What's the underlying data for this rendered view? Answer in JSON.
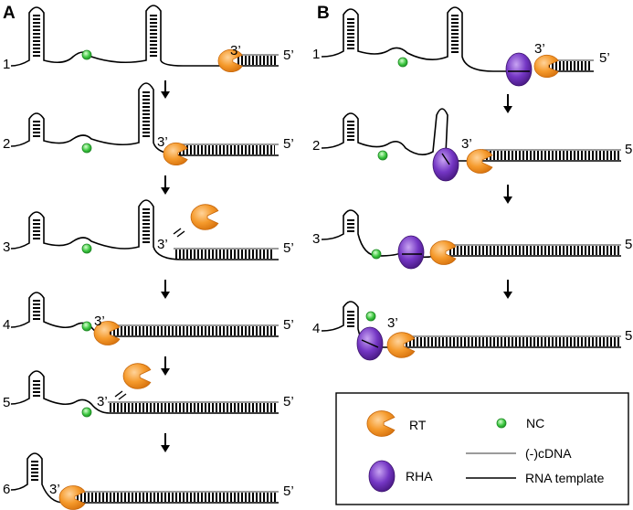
{
  "panels": {
    "a": {
      "label": "A",
      "steps": [
        {
          "number": "1",
          "end3": "3’",
          "end5": "5’"
        },
        {
          "number": "2",
          "end3": "3’",
          "end5": "5’"
        },
        {
          "number": "3",
          "end3": "3’",
          "end5": "5’"
        },
        {
          "number": "4",
          "end3": "3’",
          "end5": "5’"
        },
        {
          "number": "5",
          "end3": "3’",
          "end5": "5’"
        },
        {
          "number": "6",
          "end3": "3’",
          "end5": "5’"
        }
      ]
    },
    "b": {
      "label": "B",
      "steps": [
        {
          "number": "1",
          "end3": "3’",
          "end5": "5’"
        },
        {
          "number": "2",
          "end3": "3’",
          "end5": "5’"
        },
        {
          "number": "3",
          "end3": "",
          "end5": "5’"
        },
        {
          "number": "4",
          "end3": "3’",
          "end5": "5’"
        }
      ]
    }
  },
  "legend": {
    "rt": "RT",
    "nc": "NC",
    "rha": "RHA",
    "cdna": "(-)cDNA",
    "rna": "RNA template"
  },
  "colors": {
    "rt_orange": "#f39a2e",
    "rha_purple": "#6b2fb8",
    "nc_green": "#35c23a",
    "cdna_gray": "#7a7a7a",
    "rna_black": "#000000"
  }
}
